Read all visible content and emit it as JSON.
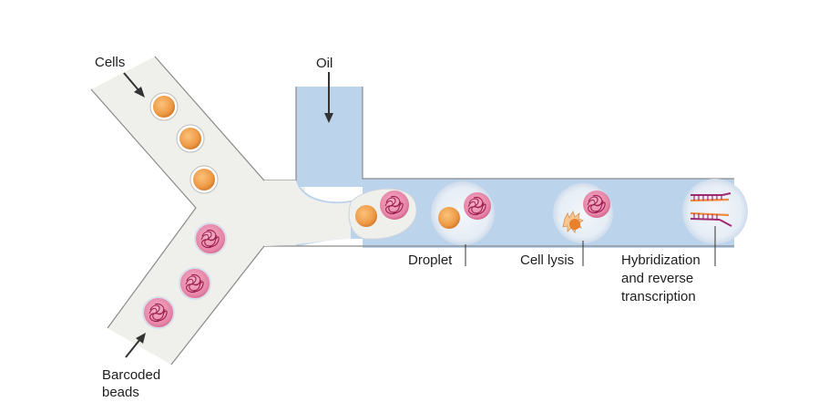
{
  "labels": {
    "cells": "Cells",
    "oil": "Oil",
    "barcoded_beads_line1": "Barcoded",
    "barcoded_beads_line2": "beads",
    "droplet": "Droplet",
    "cell_lysis": "Cell lysis",
    "hybridization_line1": "Hybridization",
    "hybridization_line2": "and reverse",
    "hybridization_line3": "transcription"
  },
  "colors": {
    "channel_gray": "#efefeb",
    "channel_outline": "#888888",
    "oil_blue": "#bcd3ec",
    "droplet_fill": "#e7eef5",
    "cell_orange": "#f0a050",
    "bead_pink": "#e783a8",
    "bead_squiggle": "#9e2050",
    "arrow": "#333333",
    "rna_orange": "#f08a3c",
    "rna_purple": "#a02870"
  }
}
